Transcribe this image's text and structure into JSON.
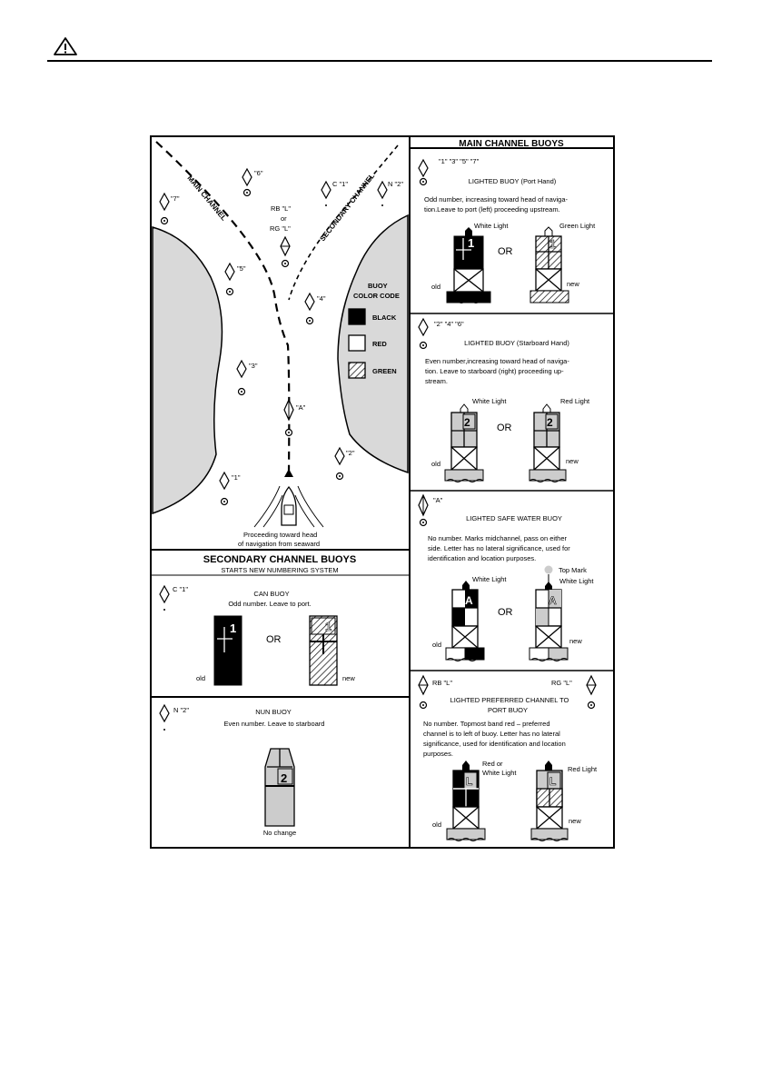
{
  "main_map": {
    "main_channel": "MAIN CHANNEL",
    "secondary_channel": "SECONDARY CHANNEL",
    "buoy_6": "\"6\"",
    "buoy_7": "\"7\"",
    "buoy_c1": "C \"1\"",
    "buoy_n2": "N \"2\"",
    "rb_l": "RB \"L\"",
    "or": "or",
    "rg_l": "RG \"L\"",
    "buoy_5": "\"5\"",
    "buoy_4": "\"4\"",
    "buoy_3": "\"3\"",
    "buoy_a": "\"A\"",
    "buoy_2": "\"2\"",
    "buoy_1": "\"1\"",
    "caption_1": "Proceeding toward head",
    "caption_2": "of navigation from seaward"
  },
  "color_code": {
    "title_1": "BUOY",
    "title_2": "COLOR CODE",
    "black": "BLACK",
    "red": "RED",
    "green": "GREEN",
    "colors": {
      "black": "#000000",
      "red": "#ffffff",
      "green": "hatched",
      "land": "#d9d9d9",
      "gray": "#cccccc"
    }
  },
  "secondary": {
    "title": "SECONDARY CHANNEL BUOYS",
    "subtitle": "STARTS NEW NUMBERING SYSTEM",
    "can_label": "C \"1\"",
    "can_title": "CAN BUOY",
    "can_desc": "Odd number.  Leave to port.",
    "or": "OR",
    "old": "old",
    "new": "new",
    "num_1": "1",
    "nun_label": "N \"2\"",
    "nun_title": "NUN BUOY",
    "nun_desc": "Even number.  Leave to starboard",
    "num_2": "2",
    "no_change": "No change"
  },
  "main_buoys": {
    "title": "MAIN CHANNEL BUOYS",
    "port": {
      "numbers": "\"1\" \"3\" \"5\" \"7\"",
      "title": "LIGHTED BUOY (Port Hand)",
      "desc_1": "Odd number, increasing toward head of naviga-",
      "desc_2": "tion.Leave to port (left) proceeding upstream.",
      "light_old": "White Light",
      "light_new": "Green Light",
      "or": "OR",
      "old": "old",
      "new": "new",
      "num": "1"
    },
    "starboard": {
      "numbers": "\"2\" \"4\" \"6\"",
      "title": "LIGHTED BUOY (Starboard Hand)",
      "desc_1": "Even number,increasing toward head of naviga-",
      "desc_2": "tion. Leave to  starboard  (right) proceeding up-",
      "desc_3": "stream.",
      "light_old": "White Light",
      "light_new": "Red Light",
      "or": "OR",
      "old": "old",
      "new": "new",
      "num": "2"
    },
    "safe": {
      "label": "\"A\"",
      "title": "LIGHTED SAFE WATER BUOY",
      "desc_1": "No  number.  Marks midchannel, pass on  either",
      "desc_2": "side. Letter has no lateral significance, used for",
      "desc_3": "identification and location purposes.",
      "top_mark": "Top Mark",
      "light_old": "White Light",
      "light_new": "White Light",
      "or": "OR",
      "old": "old",
      "new": "new",
      "letter": "A"
    },
    "preferred": {
      "rb": "RB  \"L\"",
      "rg": "RG  \"L\"",
      "title_1": "LIGHTED PREFERRED CHANNEL TO",
      "title_2": "PORT BUOY",
      "desc_1": "No  number.  Topmost band red – preferred",
      "desc_2": "channel is to left of buoy. Letter has no lateral",
      "desc_3": "significance, used for identification and location",
      "desc_4": "purposes.",
      "light_old_1": "Red or",
      "light_old_2": "White Light",
      "light_new": "Red Light",
      "old": "old",
      "new": "new",
      "letter": "L"
    }
  }
}
